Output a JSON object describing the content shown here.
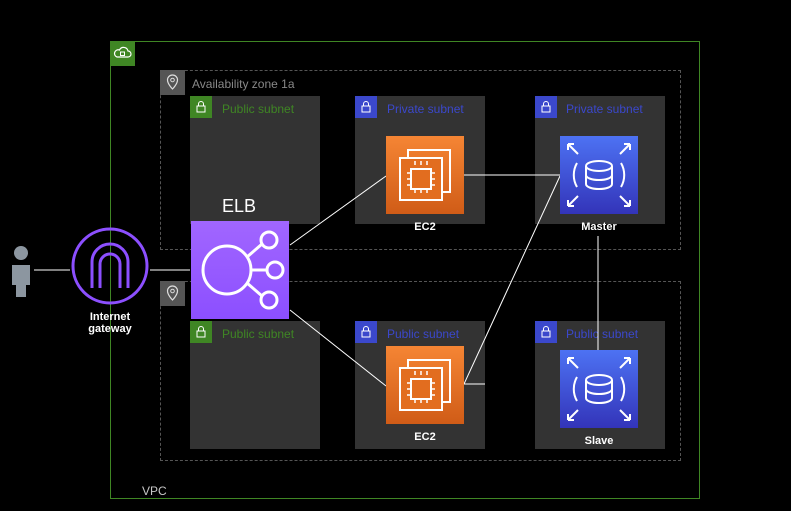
{
  "vpc": {
    "label": "VPC",
    "icon": "cloud-lock-icon"
  },
  "zones": [
    {
      "label": "Availability zone 1a",
      "icon": "location-pin-icon"
    },
    {
      "label": "",
      "icon": "location-pin-icon"
    }
  ],
  "subnets": {
    "top_left": "Public subnet",
    "top_mid": "Private subnet",
    "top_right": "Private subnet",
    "bot_left": "Public subnet",
    "bot_mid": "Public subnet",
    "bot_right": "Public subnet"
  },
  "elb": {
    "label": "ELB",
    "icon": "load-balancer-icon"
  },
  "ec2_top": {
    "label": "EC2",
    "icon": "chip-icon"
  },
  "ec2_bot": {
    "label": "EC2",
    "icon": "chip-icon"
  },
  "rds_master": {
    "label": "Master",
    "icon": "database-icon"
  },
  "rds_slave": {
    "label": "Slave",
    "icon": "database-icon"
  },
  "igw": {
    "label_line1": "Internet",
    "label_line2": "gateway",
    "icon": "internet-gateway-icon"
  },
  "user": {
    "icon": "user-icon"
  },
  "colors": {
    "public": "#3f8624",
    "private": "#3b48cc",
    "ec2": "#e7711b",
    "rds": "#3b48cc",
    "elb": "#8c4fff"
  }
}
